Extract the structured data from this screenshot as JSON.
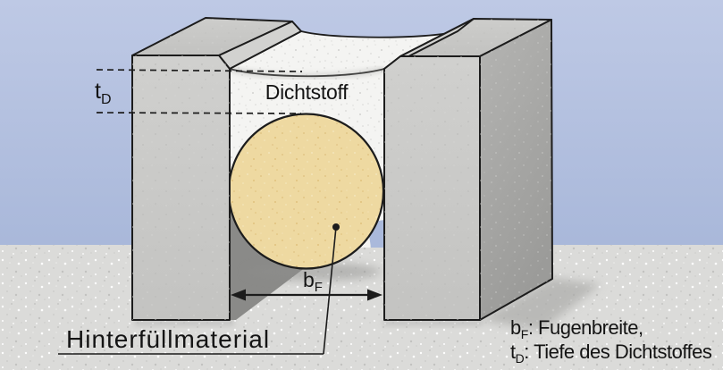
{
  "diagram": {
    "labels": {
      "sealant": "Dichtstoff",
      "backing": "Hinterfüllmaterial"
    },
    "symbols": {
      "depth": {
        "main": "t",
        "sub": "D"
      },
      "width": {
        "main": "b",
        "sub": "F"
      }
    },
    "legend": {
      "item1": {
        "main": "b",
        "sub": "F",
        "text": ": Fugenbreite,"
      },
      "item2": {
        "main": "t",
        "sub": "D",
        "text": ": Tiefe des Dichtstoffes"
      }
    },
    "colors": {
      "sky": "#b4c0df",
      "ground": "#dbdbd9",
      "concrete": "#c9c9c7",
      "concrete_shadow": "#9e9e9c",
      "sealant": "#f4f4f2",
      "backing_rod": "#eed9a1",
      "joint_shadow": "#8a8a88",
      "outline": "#1c1c1c"
    }
  }
}
